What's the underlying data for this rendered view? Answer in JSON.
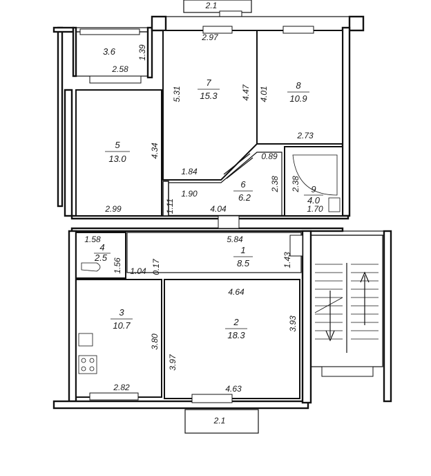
{
  "rooms": [
    {
      "id": "r1",
      "number": "1",
      "area": "8.5"
    },
    {
      "id": "r2",
      "number": "2",
      "area": "18.3"
    },
    {
      "id": "r3",
      "number": "3",
      "area": "10.7"
    },
    {
      "id": "r4",
      "number": "4",
      "area": "2.5"
    },
    {
      "id": "r5",
      "number": "5",
      "area": "13.0"
    },
    {
      "id": "r6",
      "number": "6",
      "area": "6.2"
    },
    {
      "id": "r7",
      "number": "7",
      "area": "15.3"
    },
    {
      "id": "r8",
      "number": "8",
      "area": "10.9"
    },
    {
      "id": "r9",
      "number": "9",
      "area": "4.0"
    },
    {
      "id": "balcony",
      "number": "",
      "area": "3.6"
    }
  ],
  "dimensions": {
    "top_balcony": "2.1",
    "bottom_balcony": "2.1",
    "r7_top": "2.97",
    "r7_left": "5.31",
    "r7_right": "4.47",
    "r7_bottom": "1.84",
    "r8_left": "4.01",
    "r8_bottom": "2.73",
    "loggia_side": "1.39",
    "loggia_bottom": "2.58",
    "r5_right": "4.34",
    "r5_bottom": "2.99",
    "r6_top": "0.89",
    "r6_right": "2.38",
    "r6_left_top": "1.90",
    "r6_left": "1.11",
    "r6_bottom": "4.04",
    "r9_left": "2.38",
    "r9_bottom": "1.70",
    "r4_top": "1.58",
    "r4_right": "1.56",
    "r1_top": "5.84",
    "r1_right": "1.43",
    "r1_left_a": "1.04",
    "r1_left_b": "0.17",
    "r2_top": "4.64",
    "r2_right": "3.93",
    "r2_left": "3.97",
    "r2_bottom": "4.63",
    "r3_right": "3.80",
    "r3_bottom": "2.82"
  }
}
